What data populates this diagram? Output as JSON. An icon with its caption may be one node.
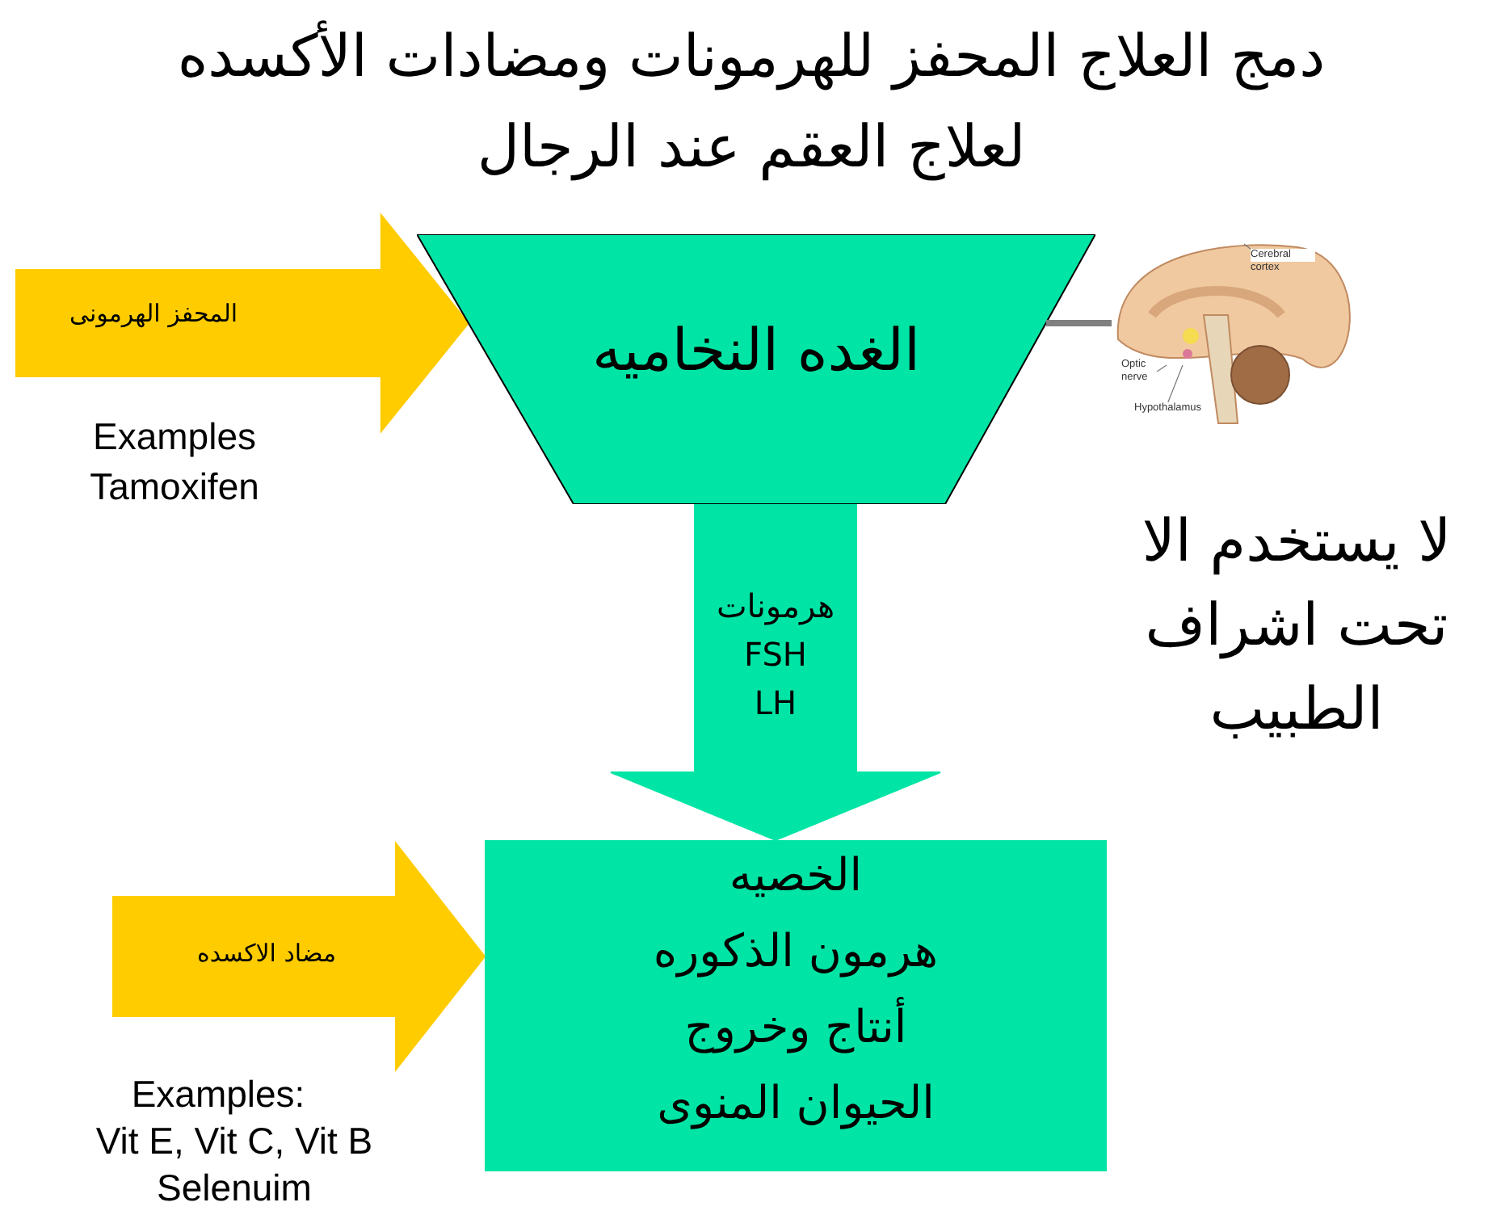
{
  "diagram": {
    "title": "دمج العلاج المحفز للهرمونات ومضادات الأكسده لعلاج العقم عند الرجال",
    "nodes": [
      {
        "text": [
          "الغده النخاميه"
        ]
      },
      {
        "text": [
          "الخصيه",
          "هرمون الذكوره",
          "أنتاج وخروج",
          "الحيوان المنوى"
        ]
      },
      {
        "text": [],
        "shape": "picture"
      },
      {
        "text": [
          "Cerebral cortex"
        ],
        "in": 2
      },
      {
        "text": [
          "Optic nerve"
        ]
      },
      {
        "text": [
          "Hypothalamus"
        ]
      }
    ],
    "edges": [
      {
        "from": null,
        "to": 0,
        "arrow": "to",
        "label": "المحفز الهرمونى",
        "style": "thick",
        "color": "#ffcc00"
      },
      {
        "from": 0,
        "to": 1,
        "arrow": "to",
        "label": "هرمونات FSH LH",
        "style": "thick",
        "color": "#00e5a5"
      },
      {
        "from": null,
        "to": 1,
        "arrow": "to",
        "label": "مضاد الاكسده",
        "style": "thick",
        "color": "#ffcc00"
      },
      {
        "from": 0,
        "to": 2,
        "arrow": "none",
        "style": "thick"
      },
      {
        "from": 3,
        "to": null,
        "arrow": "none"
      },
      {
        "from": 4,
        "to": 2,
        "arrow": "none"
      },
      {
        "from": 5,
        "to": 2,
        "arrow": "none"
      }
    ],
    "labels": [
      "Examples Tamoxifen",
      "لا يستخدم الا تحت اشراف الطبيب",
      "Examples:",
      "Vit E, Vit C, Vit B Selenuim"
    ]
  }
}
